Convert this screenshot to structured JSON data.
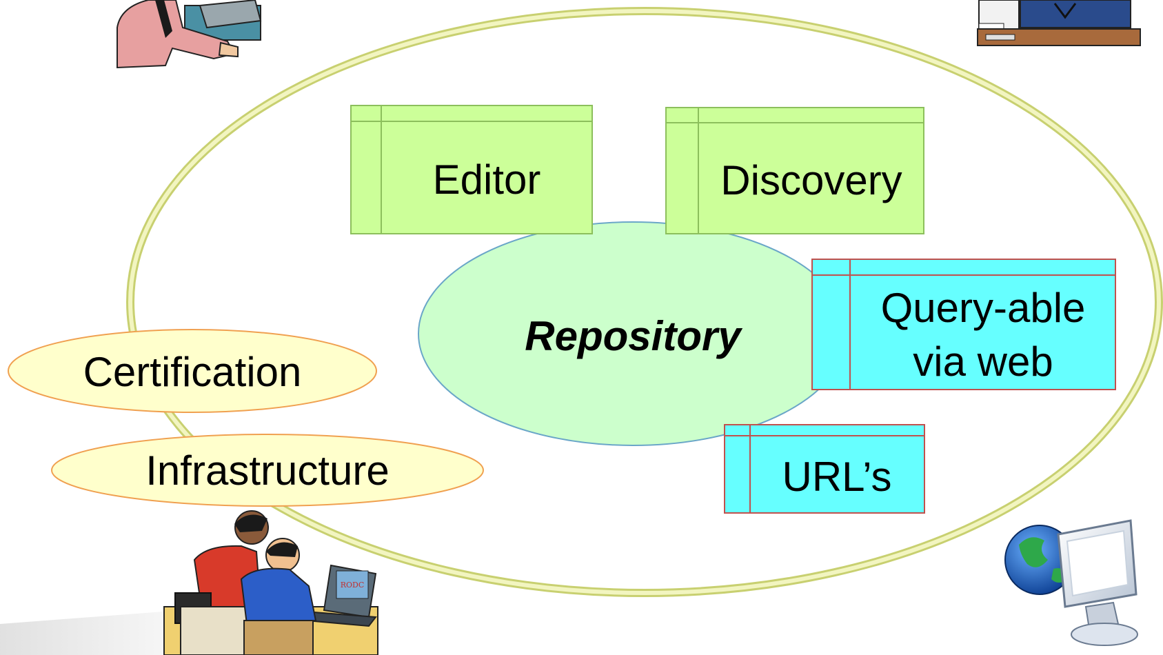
{
  "diagram": {
    "components": {
      "editor": {
        "label": "Editor"
      },
      "discovery": {
        "label": "Discovery"
      },
      "queryable": {
        "line1": "Query-able",
        "line2": "via web"
      },
      "urls": {
        "label": "URL’s"
      }
    },
    "center": {
      "label": "Repository"
    },
    "ovals": {
      "certification": {
        "label": "Certification"
      },
      "infrastructure": {
        "label": "Infrastructure"
      }
    }
  },
  "colors": {
    "outer_ellipse_stroke": "#d8e08a",
    "repository_fill": "#ccffcc",
    "repository_stroke": "#6aa6c8",
    "green_box_fill": "#ccff99",
    "green_box_stroke": "#8cbf5c",
    "cyan_box_fill": "#66ffff",
    "cyan_box_stroke": "#c0504d",
    "yellow_oval_fill": "#ffffcc",
    "yellow_oval_stroke": "#f0a050"
  },
  "icons": [
    "person-at-laptop-icon",
    "desktop-workstation-icon",
    "two-people-at-computer-icon",
    "globe-computer-icon"
  ]
}
